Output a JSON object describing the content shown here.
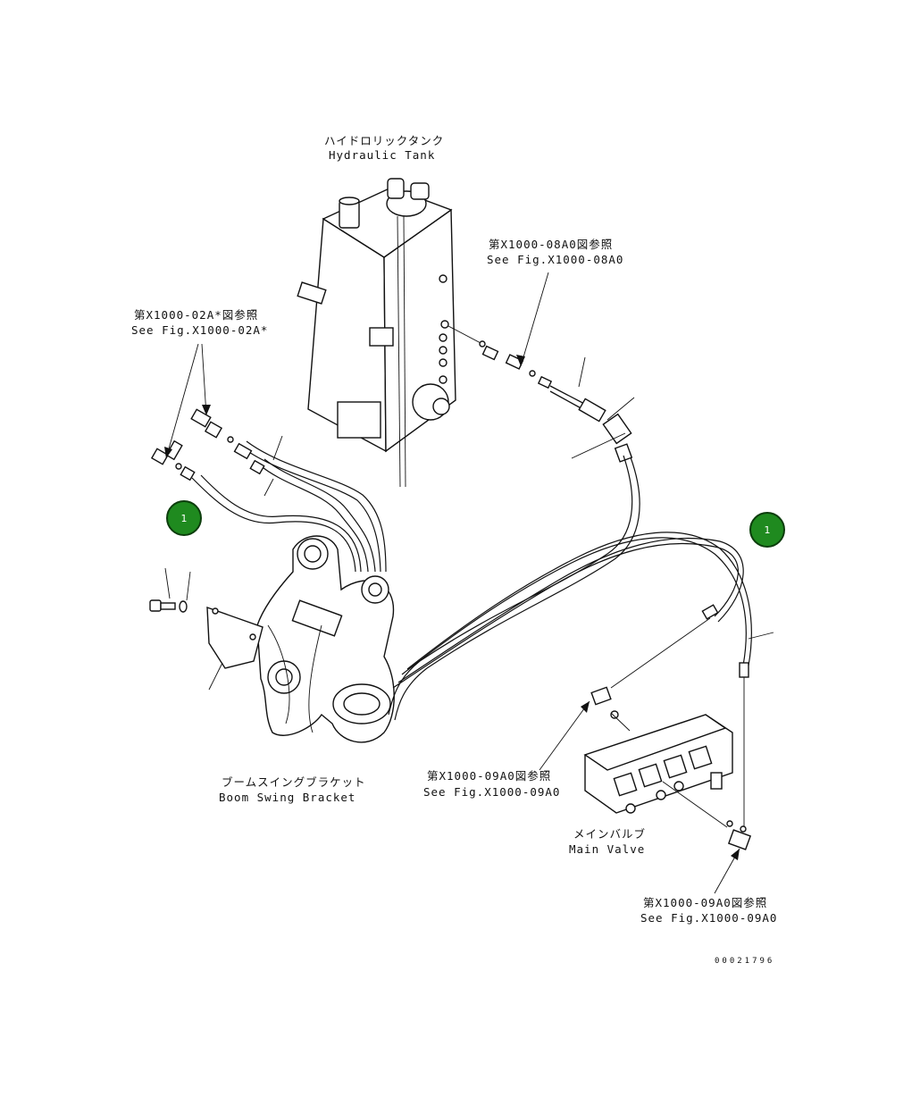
{
  "labels": {
    "tank_jp": "ハイドロリックタンク",
    "tank_en": "Hydraulic Tank",
    "ref_08a0_jp": "第X1000-08A0図参照",
    "ref_08a0_en": "See Fig.X1000-08A0",
    "ref_02a_jp": "第X1000-02A*図参照",
    "ref_02a_en": "See Fig.X1000-02A*",
    "boom_jp": "ブームスイングブラケット",
    "boom_en": "Boom Swing Bracket",
    "ref_09a0_mid_jp": "第X1000-09A0図参照",
    "ref_09a0_mid_en": "See Fig.X1000-09A0",
    "valve_jp": "メインバルブ",
    "valve_en": "Main Valve",
    "ref_09a0_bot_jp": "第X1000-09A0図参照",
    "ref_09a0_bot_en": "See Fig.X1000-09A0"
  },
  "badges": [
    {
      "number": "1"
    },
    {
      "number": "1"
    }
  ],
  "figure_number": "00021796",
  "colors": {
    "badge_fill": "#1f8a1f",
    "line": "#111111"
  }
}
